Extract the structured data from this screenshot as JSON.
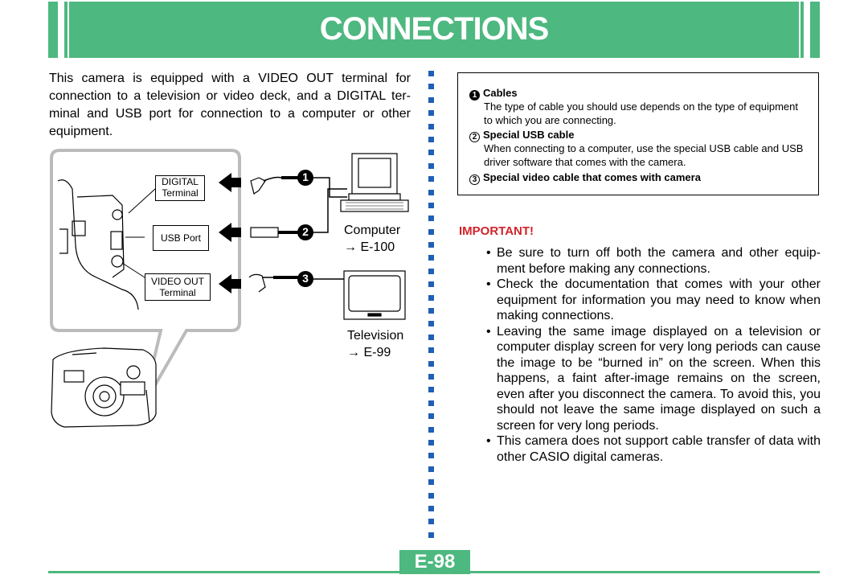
{
  "header": {
    "title": "CONNECTIONS"
  },
  "intro": "This camera is equipped with a VIDEO OUT terminal for connection to a television or video deck, and a DIGITAL ter- minal and USB port for connection to a computer or other equipment.",
  "figure": {
    "ports": {
      "digital_l1": "DIGITAL",
      "digital_l2": "Terminal",
      "usb": "USB Port",
      "video_l1": "VIDEO OUT",
      "video_l2": "Terminal"
    },
    "cable_numbers": [
      "1",
      "2",
      "3"
    ],
    "computer": {
      "label": "Computer",
      "ref": "E-100"
    },
    "television": {
      "label": "Television",
      "ref": "E-99"
    },
    "arrow": "→"
  },
  "cables_box": {
    "items": [
      {
        "num": "1",
        "title": "Cables",
        "desc": "The type of cable you should use depends on the type of equipment to which you are connecting."
      },
      {
        "num": "2",
        "title": "Special USB cable",
        "desc": "When connecting to a computer, use the special USB cable and USB driver software that comes with the camera."
      },
      {
        "num": "3",
        "title": "Special video cable that comes with camera",
        "desc": ""
      }
    ]
  },
  "important": {
    "heading": "IMPORTANT!",
    "bullets": [
      "Be sure to turn off both the camera and other equip- ment before making any connections.",
      "Check the documentation that comes with your other equipment for information you may need to know when making connections.",
      "Leaving the same image displayed on a television or computer display screen for very long periods can cause the image to be “burned in” on the screen. When this happens, a faint after-image remains on the screen, even after you disconnect the camera. To avoid this, you should not leave the same image displayed on such a screen for very long periods.",
      "This camera does not support cable transfer of data with other CASIO digital cameras."
    ]
  },
  "footer": {
    "page": "E-98"
  },
  "colors": {
    "accent": "#4db87f",
    "important": "#d1242b",
    "divider": "#1f5fb5"
  }
}
